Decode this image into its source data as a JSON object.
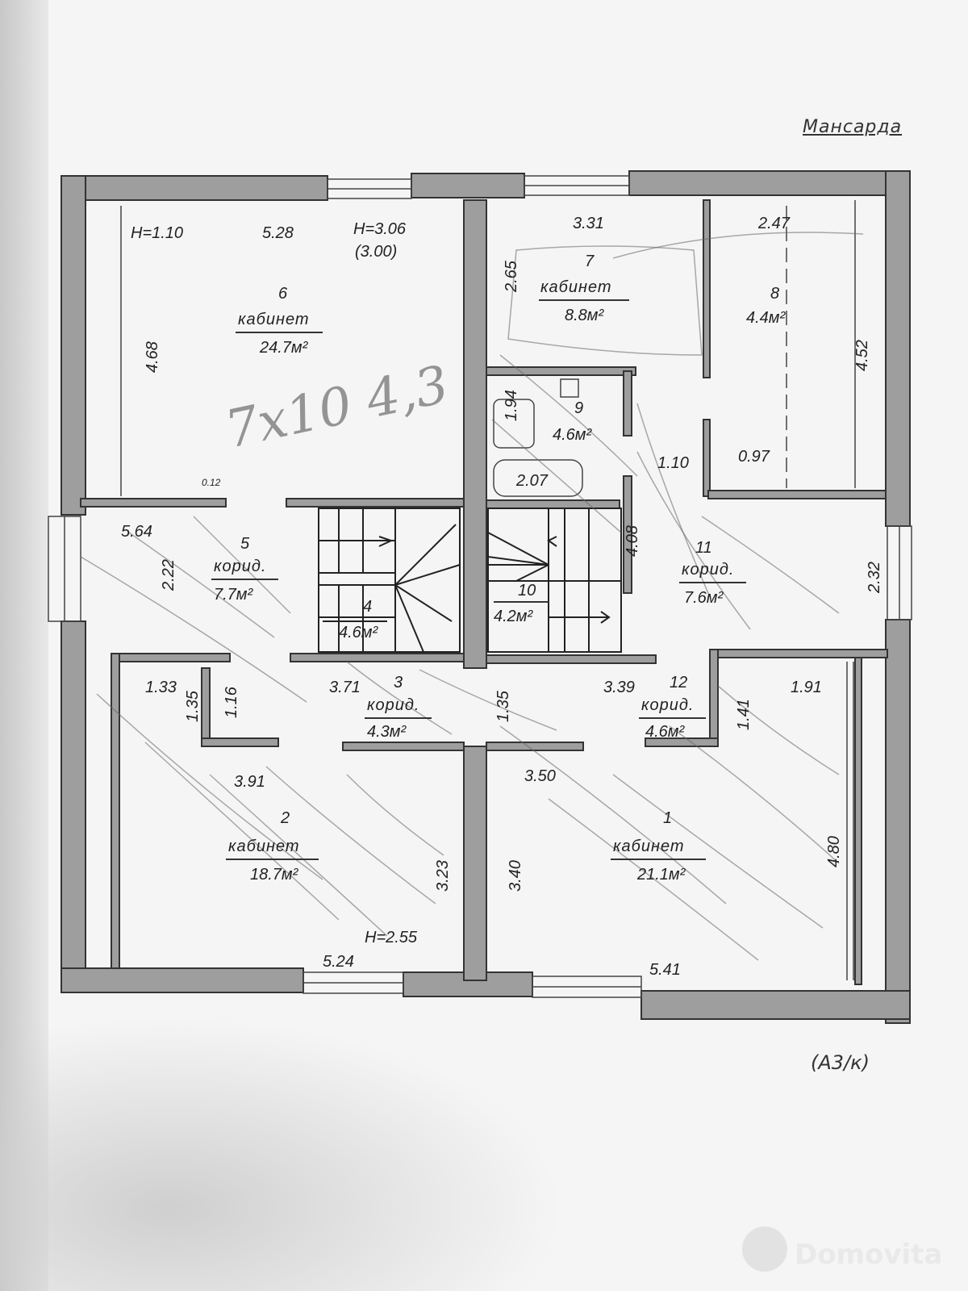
{
  "title": "Мансарда",
  "sheet_code": "(А3/к)",
  "watermark": "Domovita",
  "rooms": [
    {
      "num": "1",
      "name": "кабинет",
      "area": "21.1м²"
    },
    {
      "num": "2",
      "name": "кабинет",
      "area": "18.7м²"
    },
    {
      "num": "3",
      "name": "корид.",
      "area": "4.3м²"
    },
    {
      "num": "4",
      "name": "",
      "area": "4.6м²"
    },
    {
      "num": "5",
      "name": "корид.",
      "area": "7.7м²"
    },
    {
      "num": "6",
      "name": "кабинет",
      "area": "24.7м²"
    },
    {
      "num": "7",
      "name": "кабинет",
      "area": "8.8м²"
    },
    {
      "num": "8",
      "name": "",
      "area": "4.4м²"
    },
    {
      "num": "9",
      "name": "",
      "area": "4.6м²"
    },
    {
      "num": "10",
      "name": "",
      "area": "4.2м²"
    },
    {
      "num": "11",
      "name": "корид.",
      "area": "7.6м²"
    },
    {
      "num": "12",
      "name": "корид.",
      "area": "4.6м²"
    }
  ],
  "heights": {
    "h_110": "Н=1.10",
    "h_306": "Н=3.06",
    "h_300": "(3.00)",
    "h_255": "Н=2.55"
  },
  "dims": {
    "d528": "5.28",
    "d468": "4.68",
    "d331": "3.31",
    "d265": "2.65",
    "d247": "2.47",
    "d452": "4.52",
    "d194": "1.94",
    "d207": "2.07",
    "d110": "1.10",
    "d097": "0.97",
    "d012": "0.12",
    "d564": "5.64",
    "d222": "2.22",
    "d408": "4.08",
    "d232": "2.32",
    "d133": "1.33",
    "d135a": "1.35",
    "d116": "1.16",
    "d371": "3.71",
    "d135b": "1.35",
    "d339": "3.39",
    "d141": "1.41",
    "d191": "1.91",
    "d391": "3.91",
    "d323": "3.23",
    "d524": "5.24",
    "d350": "3.50",
    "d340": "3.40",
    "d480": "4.80",
    "d541": "5.41"
  },
  "handwriting": "7х10 4,3"
}
